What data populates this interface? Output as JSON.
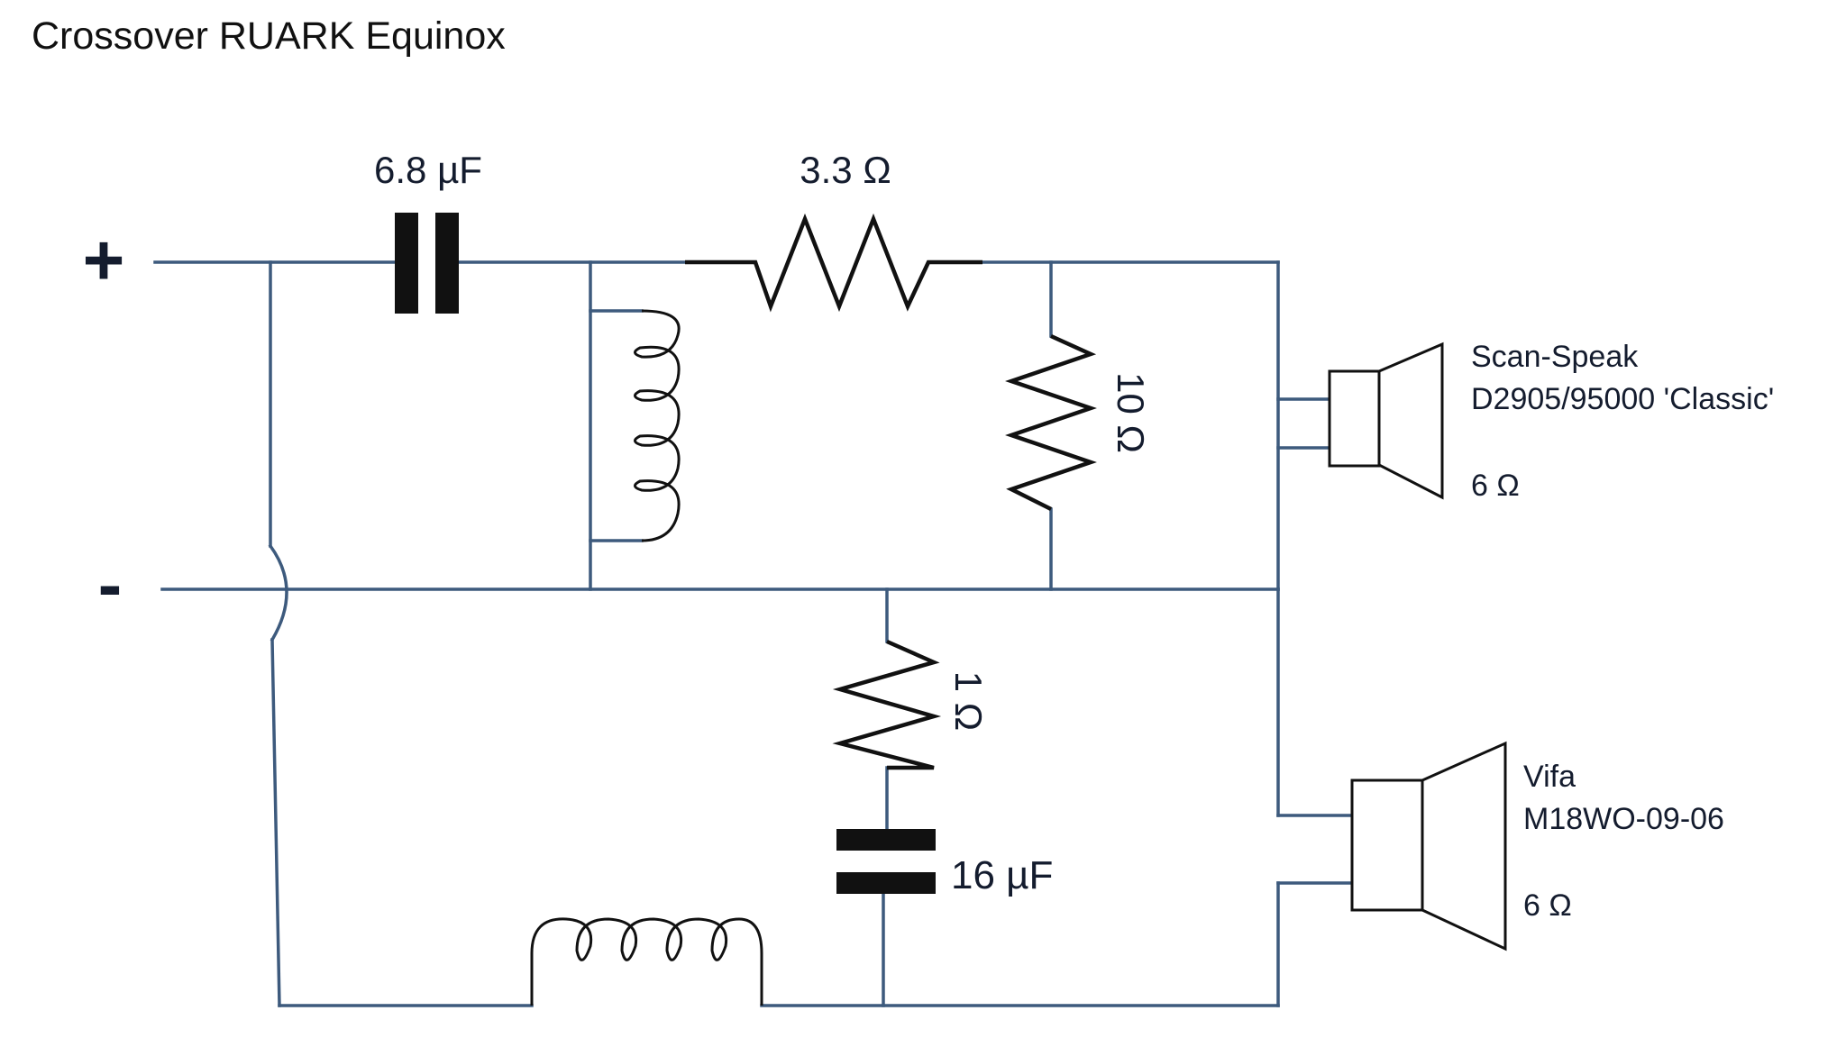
{
  "title": "Crossover RUARK Equinox",
  "terminals": {
    "positive": "+",
    "negative": "-"
  },
  "components": {
    "c1": "6.8 µF",
    "r1": "3.3 Ω",
    "r2": "10 Ω",
    "r3": "1 Ω",
    "c2": "16 µF"
  },
  "tweeter": {
    "brand": "Scan-Speak",
    "model": "D2905/95000 'Classic'",
    "impedance": "6 Ω"
  },
  "woofer": {
    "brand": "Vifa",
    "model": "M18WO-09-06",
    "impedance": "6 Ω"
  },
  "colors": {
    "wire": "#3d5a7d",
    "component": "#111111"
  }
}
